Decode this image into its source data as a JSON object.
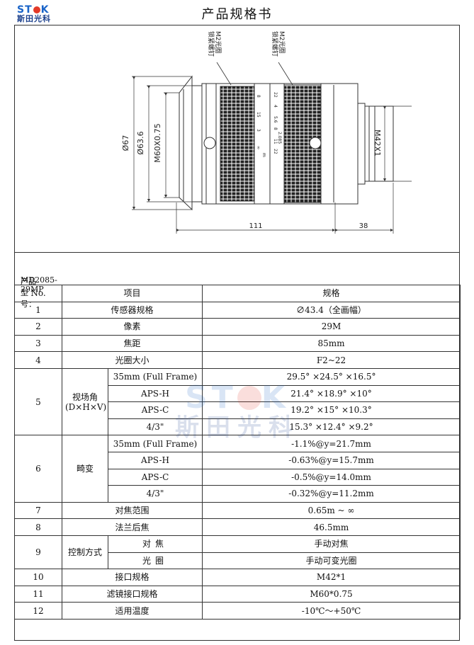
{
  "header": {
    "logo_top_left": "ST",
    "logo_top_right": "K",
    "logo_bottom": "斯田光科",
    "title": "产品规格书"
  },
  "drawing": {
    "callout_left": [
      "M2光圈",
      "锁紧螺钉"
    ],
    "callout_right": [
      "M2光圈",
      "锁紧螺钉"
    ],
    "dim_overall_dia": "Ø67",
    "dim_front_dia": "Ø63.6",
    "dim_filter_thread": "M60X0.75",
    "dim_mount_thread": "M42X1",
    "dim_body_length": "111",
    "dim_mount_length": "38",
    "focus_scale": [
      "8",
      "15",
      "3",
      "∞"
    ],
    "aperture_scale": [
      "22",
      "4",
      "5.6",
      "8",
      "11",
      "22"
    ],
    "aperture_mark": "2.085",
    "focus_unit": "m"
  },
  "model": {
    "label": "产品型号：",
    "value": "MD2085-29MP"
  },
  "table": {
    "header": {
      "no": "No.",
      "item": "项目",
      "spec": "规格"
    },
    "r1": {
      "no": "1",
      "item": "传感器规格",
      "spec": "∅43.4（全画幅）"
    },
    "r2": {
      "no": "2",
      "item": "像素",
      "spec": "29M"
    },
    "r3": {
      "no": "3",
      "item": "焦距",
      "spec": "85mm"
    },
    "r4": {
      "no": "4",
      "item": "光圈大小",
      "spec": "F2~22"
    },
    "r5": {
      "no": "5",
      "item": "视场角(D×H×V)",
      "subs": [
        {
          "label": "35mm (Full Frame)",
          "spec": "29.5° ×24.5° ×16.5°"
        },
        {
          "label": "APS-H",
          "spec": "21.4° ×18.9° ×10°"
        },
        {
          "label": "APS-C",
          "spec": "19.2° ×15° ×10.3°"
        },
        {
          "label": "4/3\"",
          "spec": "15.3° ×12.4° ×9.2°"
        }
      ]
    },
    "r6": {
      "no": "6",
      "item": "畸变",
      "subs": [
        {
          "label": "35mm (Full Frame)",
          "spec": "-1.1%@y=21.7mm"
        },
        {
          "label": "APS-H",
          "spec": "-0.63%@y=15.7mm"
        },
        {
          "label": "APS-C",
          "spec": "-0.5%@y=14.0mm"
        },
        {
          "label": "4/3\"",
          "spec": "-0.32%@y=11.2mm"
        }
      ]
    },
    "r7": {
      "no": "7",
      "item": "对焦范围",
      "spec": "0.65m ~ ∞"
    },
    "r8": {
      "no": "8",
      "item": "法兰后焦",
      "spec": "46.5mm"
    },
    "r9": {
      "no": "9",
      "item": "控制方式",
      "subs": [
        {
          "label": "对焦",
          "spec": "手动对焦"
        },
        {
          "label": "光圈",
          "spec": "手动可变光圈"
        }
      ]
    },
    "r10": {
      "no": "10",
      "item": "接口规格",
      "spec": "M42*1"
    },
    "r11": {
      "no": "11",
      "item": "滤镜接口规格",
      "spec": "M60*0.75"
    },
    "r12": {
      "no": "12",
      "item": "适用温度",
      "spec": "-10℃～+50℃"
    }
  },
  "watermark": {
    "top_left": "ST",
    "top_right": "K",
    "bottom": "斯田光科"
  }
}
